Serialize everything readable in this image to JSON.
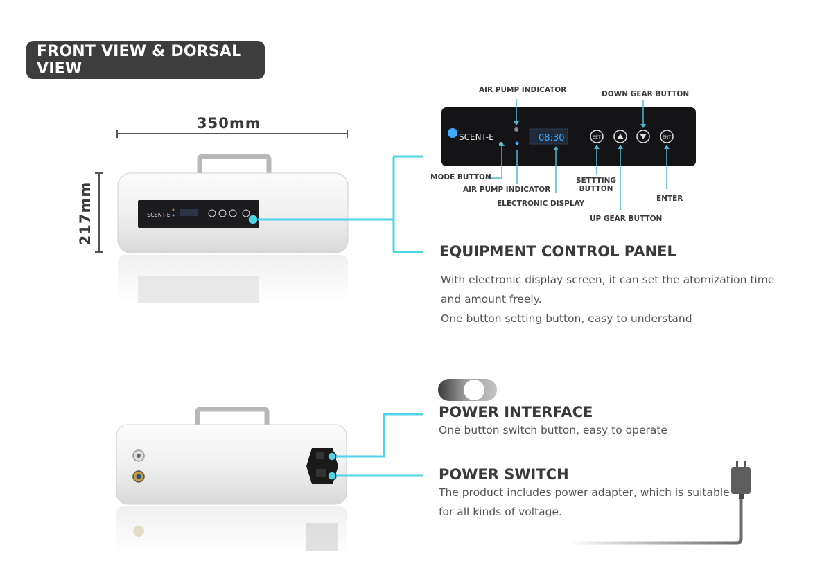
{
  "header": {
    "title": "FRONT VIEW & DORSAL VIEW"
  },
  "dimensions": {
    "width": "350mm",
    "height": "217mm"
  },
  "brand": {
    "logo_text": "SCENT-E"
  },
  "display": {
    "time": "08:30"
  },
  "panel_buttons": {
    "set": "SET",
    "enter": "ENT"
  },
  "callouts": {
    "air_pump_indicator_top": "AIR PUMP INDICATOR",
    "down_gear_button": "DOWN GEAR BUTTON",
    "mode_button": "MODE BUTTON",
    "air_pump_indicator_bottom": "AIR PUMP INDICATOR",
    "electronic_display": "ELECTRONIC DISPLAY",
    "setting_button_line1": "SETTTING",
    "setting_button_line2": "BUTTON",
    "enter": "ENTER",
    "up_gear_button": "UP GEAR BUTTON"
  },
  "control_panel": {
    "title": "EQUIPMENT CONTROL PANEL",
    "desc_line1": "With electronic display screen, it can set the atomization time",
    "desc_line2": "and amount freely.",
    "desc_line3": "One button setting button, easy to understand"
  },
  "power_interface": {
    "title": "POWER INTERFACE",
    "desc": "One button switch button, easy to operate"
  },
  "power_switch": {
    "title": "POWER SWITCH",
    "desc_line1": "The product includes power adapter, which is suitable",
    "desc_line2": "for all kinds of voltage."
  },
  "colors": {
    "accent_cyan": "#4fd3e6",
    "badge_bg": "#3d3d3d",
    "text_dark": "#3a3a3a",
    "display_blue": "#3fa9ff"
  }
}
